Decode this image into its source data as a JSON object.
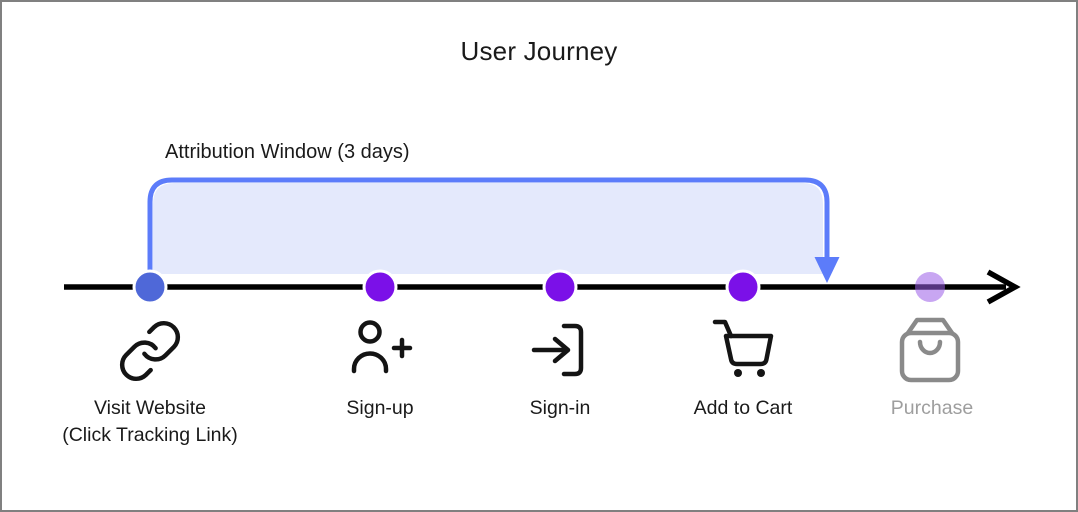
{
  "title": "User Journey",
  "attribution": {
    "label": "Attribution Window (3 days)"
  },
  "events": [
    {
      "label": "Visit Website",
      "sublabel": "(Click Tracking Link)",
      "icon": "link-icon",
      "dot_color": "#4f68d8"
    },
    {
      "label": "Sign-up",
      "icon": "user-plus-icon",
      "dot_color": "#7b10e8"
    },
    {
      "label": "Sign-in",
      "icon": "sign-in-icon",
      "dot_color": "#7b10e8"
    },
    {
      "label": "Add to Cart",
      "icon": "cart-icon",
      "dot_color": "#7b10e8"
    },
    {
      "label": "Purchase",
      "icon": "shopping-bag-icon",
      "dot_color": "#9a5ce8"
    }
  ],
  "colors": {
    "background": "#ffffff",
    "frame_border": "#808080",
    "timeline": "#000000",
    "window_border": "#5c7cfa",
    "window_fill": "#e4e9fc",
    "text": "#1a1a1a",
    "muted_text": "#9e9e9e",
    "icon_color": "#141414",
    "bag_color": "#8a8a8a"
  }
}
